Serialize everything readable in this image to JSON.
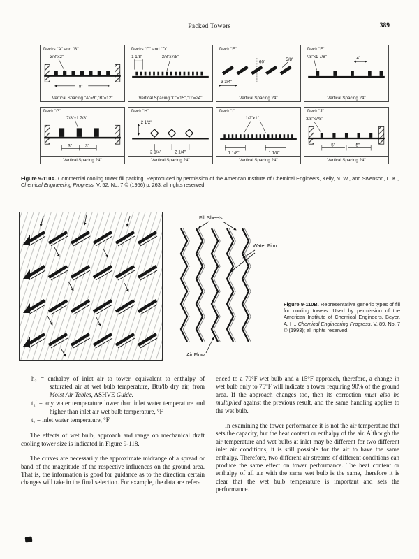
{
  "page": {
    "header_title": "Packed Towers",
    "page_number": "389"
  },
  "figure_a": {
    "panels": [
      {
        "title": "Decks \"A\" and \"B\"",
        "labels": [
          "3/8\"x2\"",
          "8\""
        ],
        "spacing": "Vertical Spacing \"A\"=9\",\"B\"=12\""
      },
      {
        "title": "Decks \"C\" and \"D\"",
        "labels": [
          "1 1/8\"",
          "3/8\"x7/8\""
        ],
        "spacing": "Vertical Spacing \"C\"=15\",\"D\"=24\""
      },
      {
        "title": "Deck \"E\"",
        "labels": [
          "3 3/4\"",
          "5/8\"",
          "60°"
        ],
        "spacing": "Vertical Spacing 24\""
      },
      {
        "title": "Deck \"F\"",
        "labels": [
          "7/8\"x1 7/8\"",
          "4\""
        ],
        "spacing": "Vertical Spacing 24\""
      },
      {
        "title": "Deck \"G\"",
        "labels": [
          "7/8\"x1 7/8\"",
          "3\"",
          "3\""
        ],
        "spacing": "Vertical Spacing 24\""
      },
      {
        "title": "Deck \"H\"",
        "labels": [
          "2 1/2\"",
          "2 1/4\"",
          "2 1/4\""
        ],
        "spacing": "Vertical Spacing 24\""
      },
      {
        "title": "Deck \"I\"",
        "labels": [
          "1/2\"x1\"",
          "1 1/8\"",
          "1 1/8\""
        ],
        "spacing": "Vertical Spacing 24\""
      },
      {
        "title": "Deck \"J\"",
        "labels": [
          "3/8\"x7/8\"",
          "5\"",
          "5\""
        ],
        "spacing": "Vertical Spacing 24\""
      }
    ],
    "caption": {
      "lead": "Figure 9-110A.",
      "t1": " Commercial cooling tower fill packing. Reproduced by permission of the American Institute of Chemical Engineers, Kelly, N. W., and Swenson, L. K., ",
      "i1": "Chemical Engineering Progress,",
      "t2": " V. 52, No. 7 © (1956) p. 263; all rights reserved."
    }
  },
  "figure_b": {
    "labels": {
      "fill_sheets": "Fill Sheets",
      "water_film": "Water Film",
      "air_flow": "Air Flow"
    },
    "caption": {
      "lead": "Figure 9-110B.",
      "t1": " Representative generic types of fill for cooling towers. Used by permission of the American Institute of Chemical Engineers, Beyer, A. H., ",
      "i1": "Chemical Engineering Progress,",
      "t2": " V. 89, No. 7 © (1993); all rights reserved."
    }
  },
  "body": {
    "defs": [
      {
        "term": "h₂",
        "eq": " = ",
        "t1": "enthalpy of inlet air to tower, equivalent to enthalpy of saturated air at wet bulb temperature, Btu/lb dry air, from ",
        "i1": "Moist Air Tables,",
        "t2": " ASHVE ",
        "i2": "Guide."
      },
      {
        "term": "t₂′",
        "eq": " = ",
        "t1": "any water temperature lower than inlet water temperature and higher than inlet air wet bulb temperature, °F",
        "i1": "",
        "t2": "",
        "i2": ""
      },
      {
        "term": "t₁",
        "eq": " = ",
        "t1": "inlet water temperature, °F",
        "i1": "",
        "t2": "",
        "i2": ""
      }
    ],
    "p1": "The effects of wet bulb, approach and range on mechanical draft cooling tower size is indicated in Figure 9-118.",
    "p2": "The curves are necessarily the approximate midrange of a spread or band of the magnitude of the respective influences on the ground area. That is, the information is good for guidance as to the direction certain changes will take in the final selection. For example, the data are refer-",
    "p3a": "enced to a 70°F wet bulb and a 15°F approach, therefore, a change in wet bulb only to 75°F will indicate a tower requiring 90% of the ground area. If the approach changes too, then its correction ",
    "p3i": "must also be multiplied",
    "p3b": " against the previous result, and the same handling applies to the wet bulb.",
    "p4": "In examining the tower performance it is not the air temperature that sets the capacity, but the heat content or enthalpy of the air. Although the air temperature and wet bulbs at inlet may be different for two different inlet air conditions, it is still possible for the air to have the same enthalpy. Therefore, two different air streams of different conditions can produce the same effect on tower performance. The heat content or enthalpy of all air with the same wet bulb is the same, therefore it is clear that the wet bulb temperature is important and sets the performance."
  }
}
